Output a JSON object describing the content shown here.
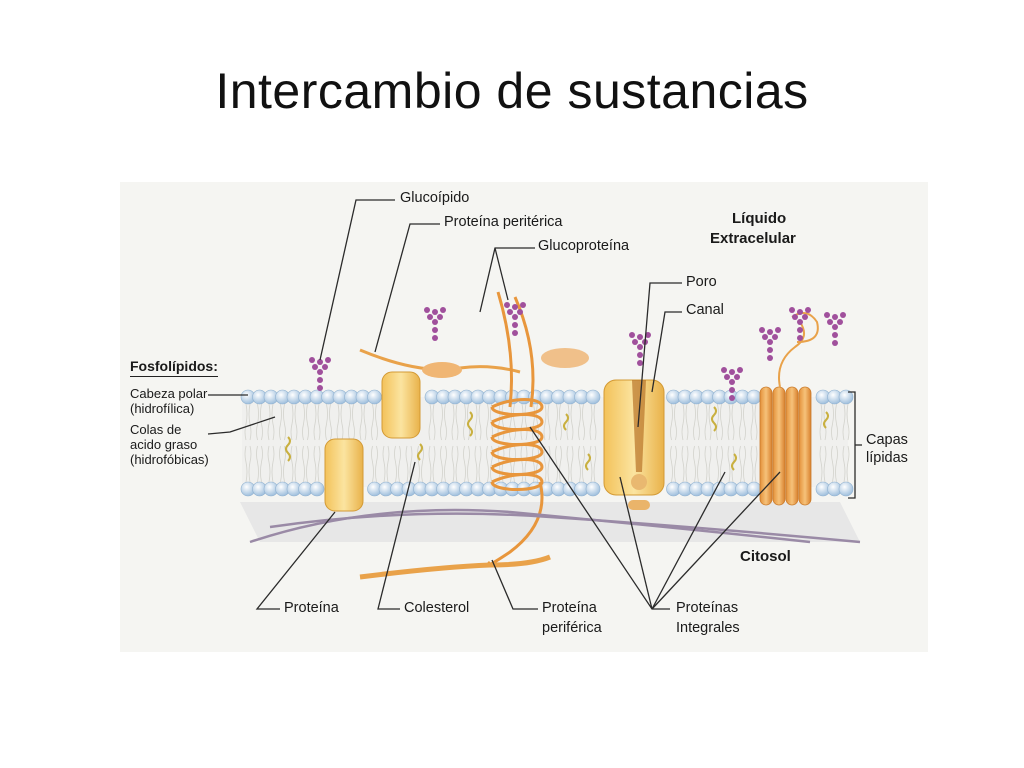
{
  "slide": {
    "title": "Intercambio de sustancias"
  },
  "diagram": {
    "labels": {
      "glucolipido": "Glucoípido",
      "proteina_periferica_top": "Proteína peritérica",
      "glucoproteina": "Glucoproteína",
      "liquido_extracelular_1": "Líquido",
      "liquido_extracelular_2": "Extracelular",
      "poro": "Poro",
      "canal": "Canal",
      "fosfolipidos": "Fosfolípidos:",
      "cabeza_polar_1": "Cabeza polar",
      "cabeza_polar_2": "(hidrofílica)",
      "colas_1": "Colas de",
      "colas_2": "acido graso",
      "colas_3": "(hidrofóbicas)",
      "capas_1": "Capas",
      "capas_2": "lípidas",
      "citosol": "Citosol",
      "proteina": "Proteína",
      "colesterol": "Colesterol",
      "proteina_periferica_1": "Proteína",
      "proteina_periferica_2": "periférica",
      "proteinas_integrales_1": "Proteínas",
      "proteinas_integrales_2": "Integrales"
    },
    "colors": {
      "phospholipid_head": "#c9dcef",
      "protein_fill": "#f6cf6b",
      "protein_helix": "#e99a3a",
      "glyco_chain": "#a0509c",
      "cholesterol": "#c9b040",
      "cytoskeleton": "#9e8ea8",
      "background": "#f5f5f2"
    }
  }
}
